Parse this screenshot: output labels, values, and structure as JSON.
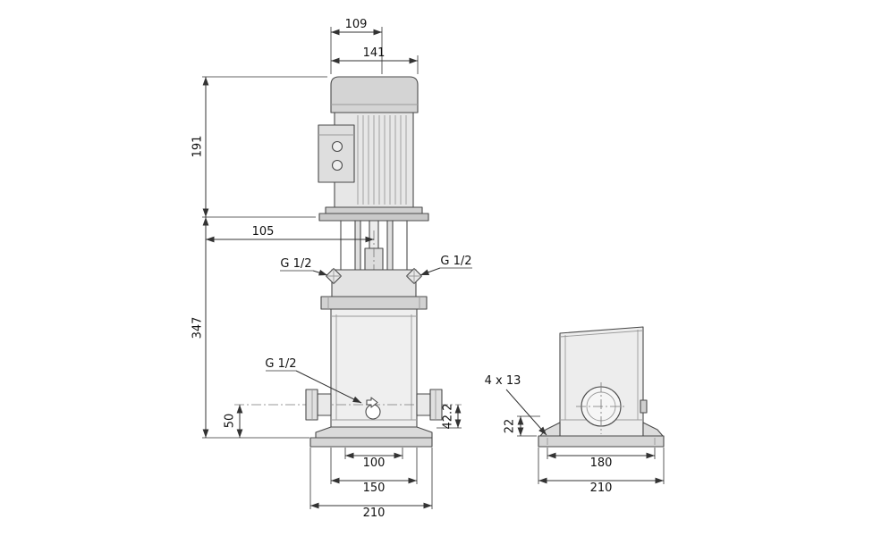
{
  "figure": {
    "type": "technical-dimension-drawing",
    "front_view": {
      "d109": "109",
      "d141": "141",
      "d191": "191",
      "d105": "105",
      "d347": "347",
      "d50": "50",
      "d42_2": "42.2",
      "d100": "100",
      "d150": "150",
      "d210": "210",
      "g12_left": "G 1/2",
      "g12_right": "G 1/2",
      "g12_drain": "G 1/2"
    },
    "side_view": {
      "holes": "4 x 13",
      "d22": "22",
      "d180": "180",
      "d210": "210"
    }
  }
}
